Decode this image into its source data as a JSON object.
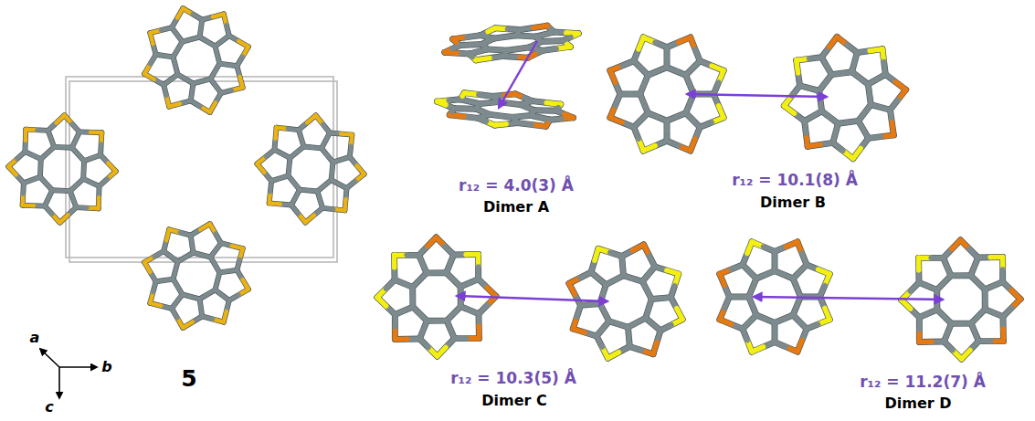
{
  "diagram": {
    "labels": [
      "5",
      "a",
      "b",
      "c",
      "r₁₂ = 4.0(3) Å",
      "Dimer A",
      "r₁₂ = 10.1(8) Å",
      "Dimer B",
      "r₁₂ = 10.3(5) Å",
      "Dimer C",
      "r₁₂ = 11.2(7) Å",
      "Dimer D"
    ]
  }
}
